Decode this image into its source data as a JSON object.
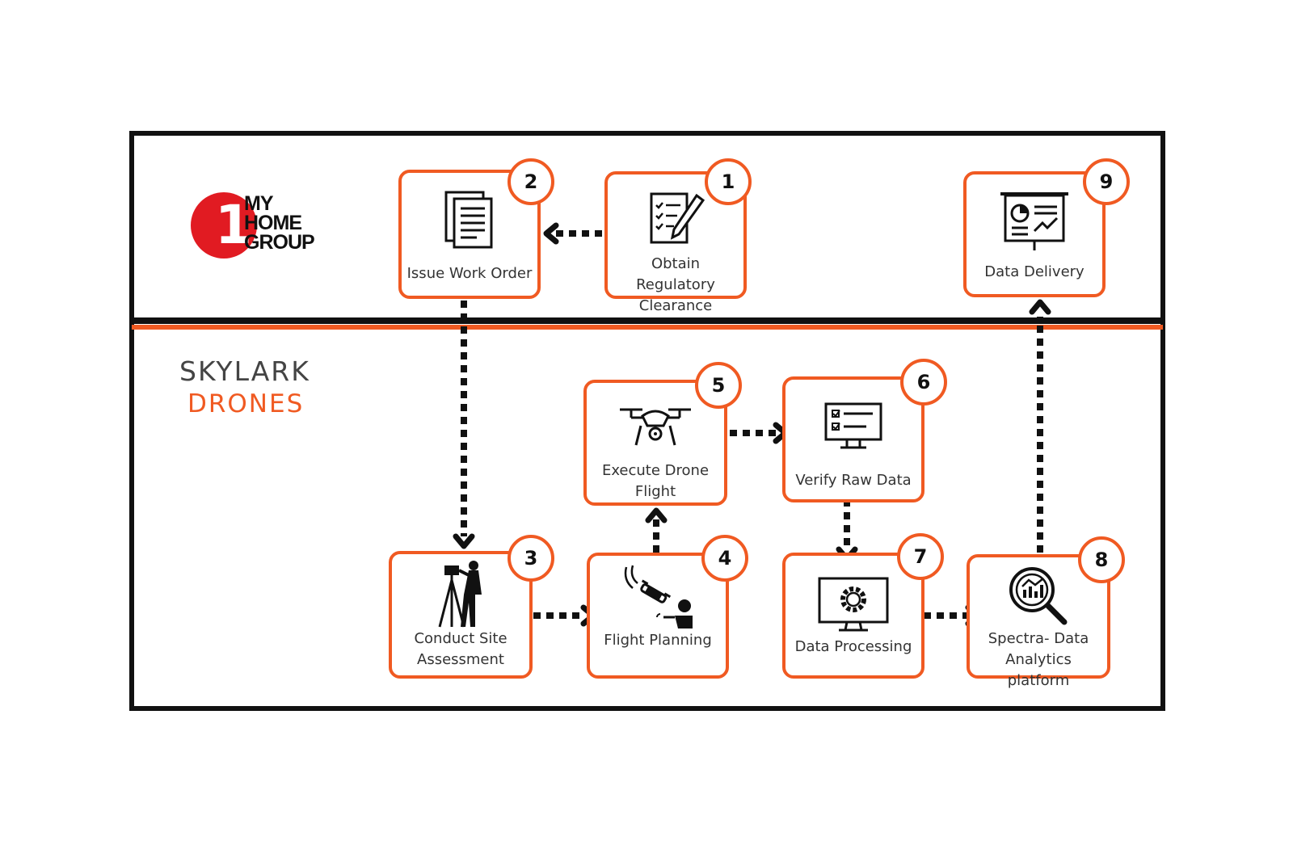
{
  "logos": {
    "my_home_group": {
      "number": "1",
      "lines": [
        "MY",
        "HOME",
        "GROUP"
      ],
      "color": "#e11b22"
    },
    "skylark": {
      "top": "SKYLARK",
      "bottom": "DRONES",
      "accent": "#f05a22"
    }
  },
  "steps": [
    {
      "id": 1,
      "badge": "1",
      "label": "Obtain Regulatory Clearance",
      "icon": "document-signing-icon"
    },
    {
      "id": 2,
      "badge": "2",
      "label": "Issue Work Order",
      "icon": "document-icon"
    },
    {
      "id": 3,
      "badge": "3",
      "label": "Conduct Site Assessment",
      "icon": "surveyor-icon"
    },
    {
      "id": 4,
      "badge": "4",
      "label": "Flight Planning",
      "icon": "drone-pilot-icon"
    },
    {
      "id": 5,
      "badge": "5",
      "label": "Execute Drone Flight",
      "icon": "drone-icon"
    },
    {
      "id": 6,
      "badge": "6",
      "label": "Verify Raw Data",
      "icon": "checklist-monitor-icon"
    },
    {
      "id": 7,
      "badge": "7",
      "label": "Data Processing",
      "icon": "gear-monitor-icon"
    },
    {
      "id": 8,
      "badge": "8",
      "label": "Spectra- Data Analytics platform",
      "icon": "analytics-magnifier-icon"
    },
    {
      "id": 9,
      "badge": "9",
      "label": "Data Delivery",
      "icon": "presentation-board-icon"
    }
  ],
  "flow": [
    [
      1,
      2
    ],
    [
      2,
      3
    ],
    [
      3,
      4
    ],
    [
      4,
      5
    ],
    [
      5,
      6
    ],
    [
      6,
      7
    ],
    [
      7,
      8
    ],
    [
      8,
      9
    ]
  ],
  "colors": {
    "accent": "#f05a22",
    "border": "#111111"
  }
}
